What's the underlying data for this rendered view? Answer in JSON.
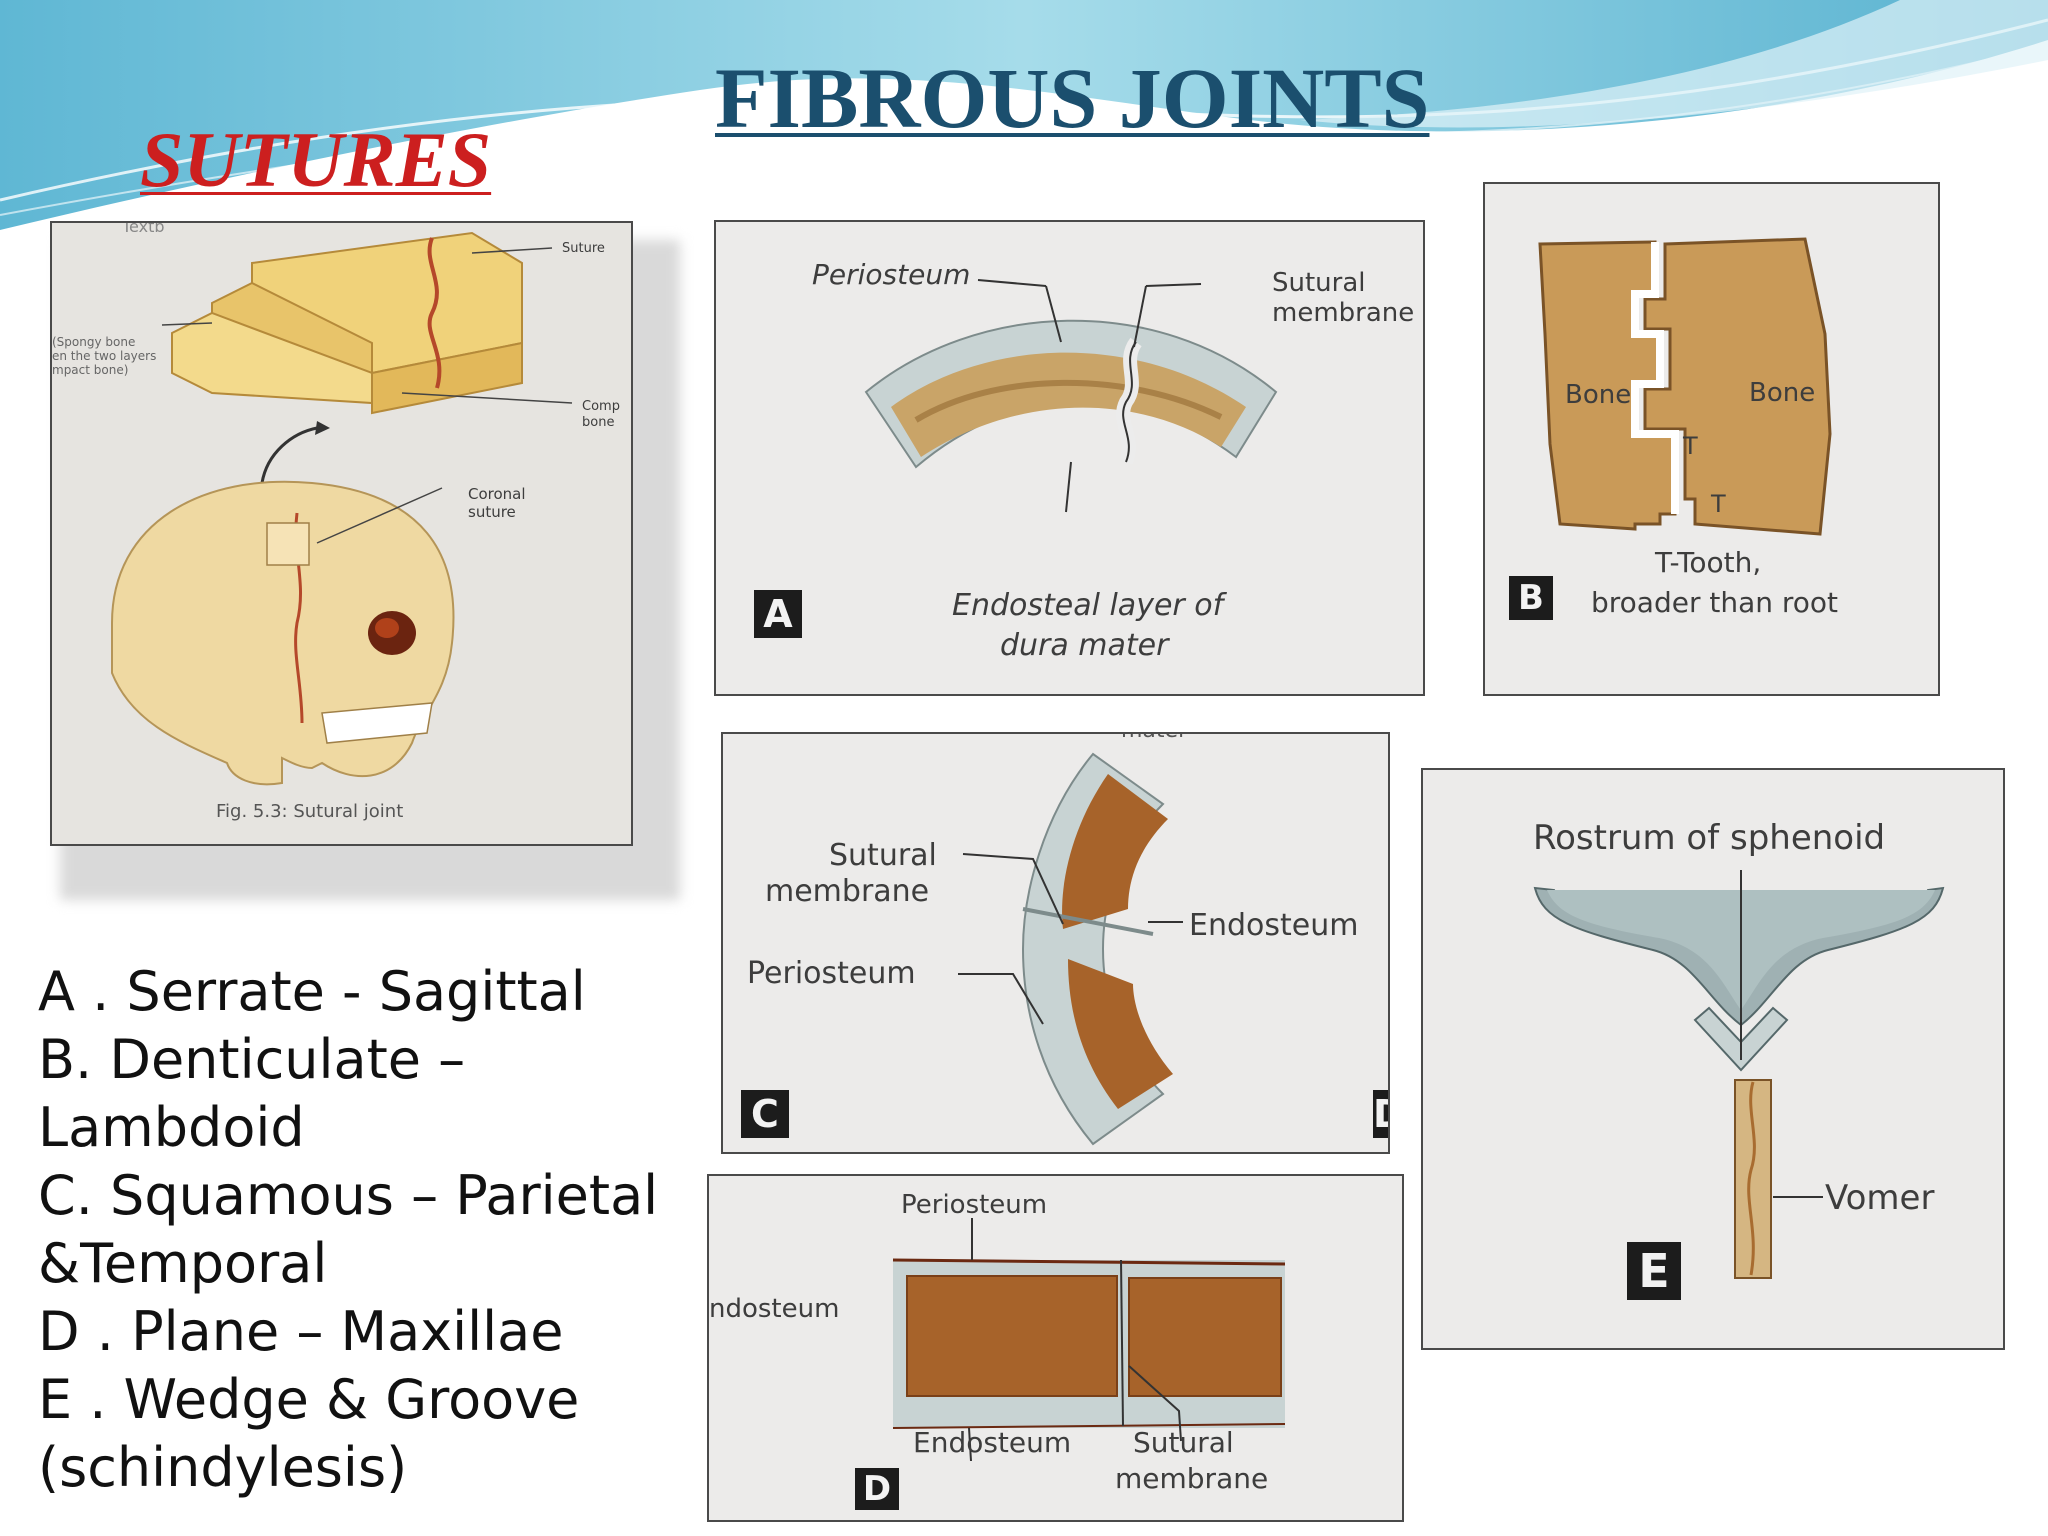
{
  "slide": {
    "title": "FIBROUS JOINTS",
    "subtitle": "SUTURES"
  },
  "list": [
    "A . Serrate  - Sagittal",
    "B. Denticulate –",
    "Lambdoid",
    "C. Squamous – Parietal",
    "&Temporal",
    " D . Plane – Maxillae",
    " E . Wedge & Groove",
    "(schindylesis)"
  ],
  "figure_book": {
    "caption": "Fig. 5.3: Sutural joint",
    "labels": {
      "suture": "Suture",
      "spongy": "(Spongy bone",
      "spongy2": "en the two layers",
      "spongy3": "mpact bone)",
      "compact": "Comp",
      "compact2": "bone",
      "coronal": "Coronal",
      "coronal2": "suture",
      "top_text": "Textb"
    }
  },
  "figure_a": {
    "badge": "A",
    "periosteum": "Periosteum",
    "sutural1": "Sutural",
    "sutural2": "membrane",
    "endosteal1": "Endosteal layer of",
    "endosteal2": "dura mater"
  },
  "figure_b": {
    "badge": "B",
    "bone_left": "Bone",
    "bone_right": "Bone",
    "t1": "T",
    "t2": "T",
    "caption1": "T-Tooth,",
    "caption2": "broader than root"
  },
  "figure_c": {
    "badge": "C",
    "sutural1": "Sutural",
    "sutural2": "membrane",
    "periosteum": "Periosteum",
    "endosteum": "Endosteum",
    "top_cut": "mater",
    "corner": "D"
  },
  "figure_d": {
    "badge": "D",
    "periosteum": "Periosteum",
    "endosteum_left": "ndosteum",
    "endosteum_bottom": "Endosteum",
    "sutural1": "Sutural",
    "sutural2": "membrane"
  },
  "figure_e": {
    "badge": "E",
    "rostrum": "Rostrum of sphenoid",
    "vomer": "Vomer"
  },
  "colors": {
    "title": "#1b4f6e",
    "subtitle": "#cc1f1f",
    "bone": "#c79a55",
    "membrane": "#b9c6c8",
    "wave": "#7fc6dd"
  }
}
